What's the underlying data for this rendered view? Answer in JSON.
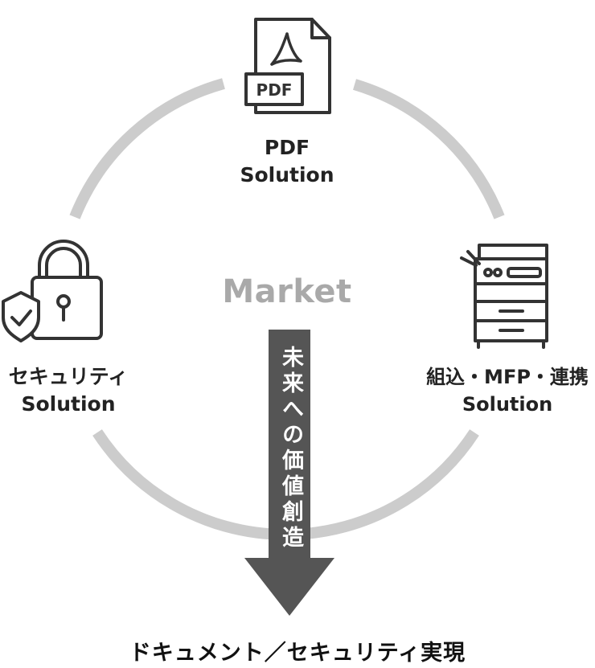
{
  "center_label": "Market",
  "arrow_text": "未来への価値創造",
  "bottom_caption": "ドキュメント／セキュリティ実現",
  "nodes": {
    "pdf": {
      "icon": "pdf-document-icon",
      "icon_text": "PDF",
      "line1": "PDF",
      "line2": "Solution"
    },
    "security": {
      "icon": "padlock-shield-icon",
      "line1": "セキュリティ",
      "line2": "Solution"
    },
    "mfp": {
      "icon": "multifunction-printer-icon",
      "line1": "組込・MFP・連携",
      "line2": "Solution"
    }
  },
  "colors": {
    "ring": "#cccccc",
    "arrow": "#555555",
    "icon_stroke": "#333333",
    "market_text": "#a9a9a9"
  }
}
